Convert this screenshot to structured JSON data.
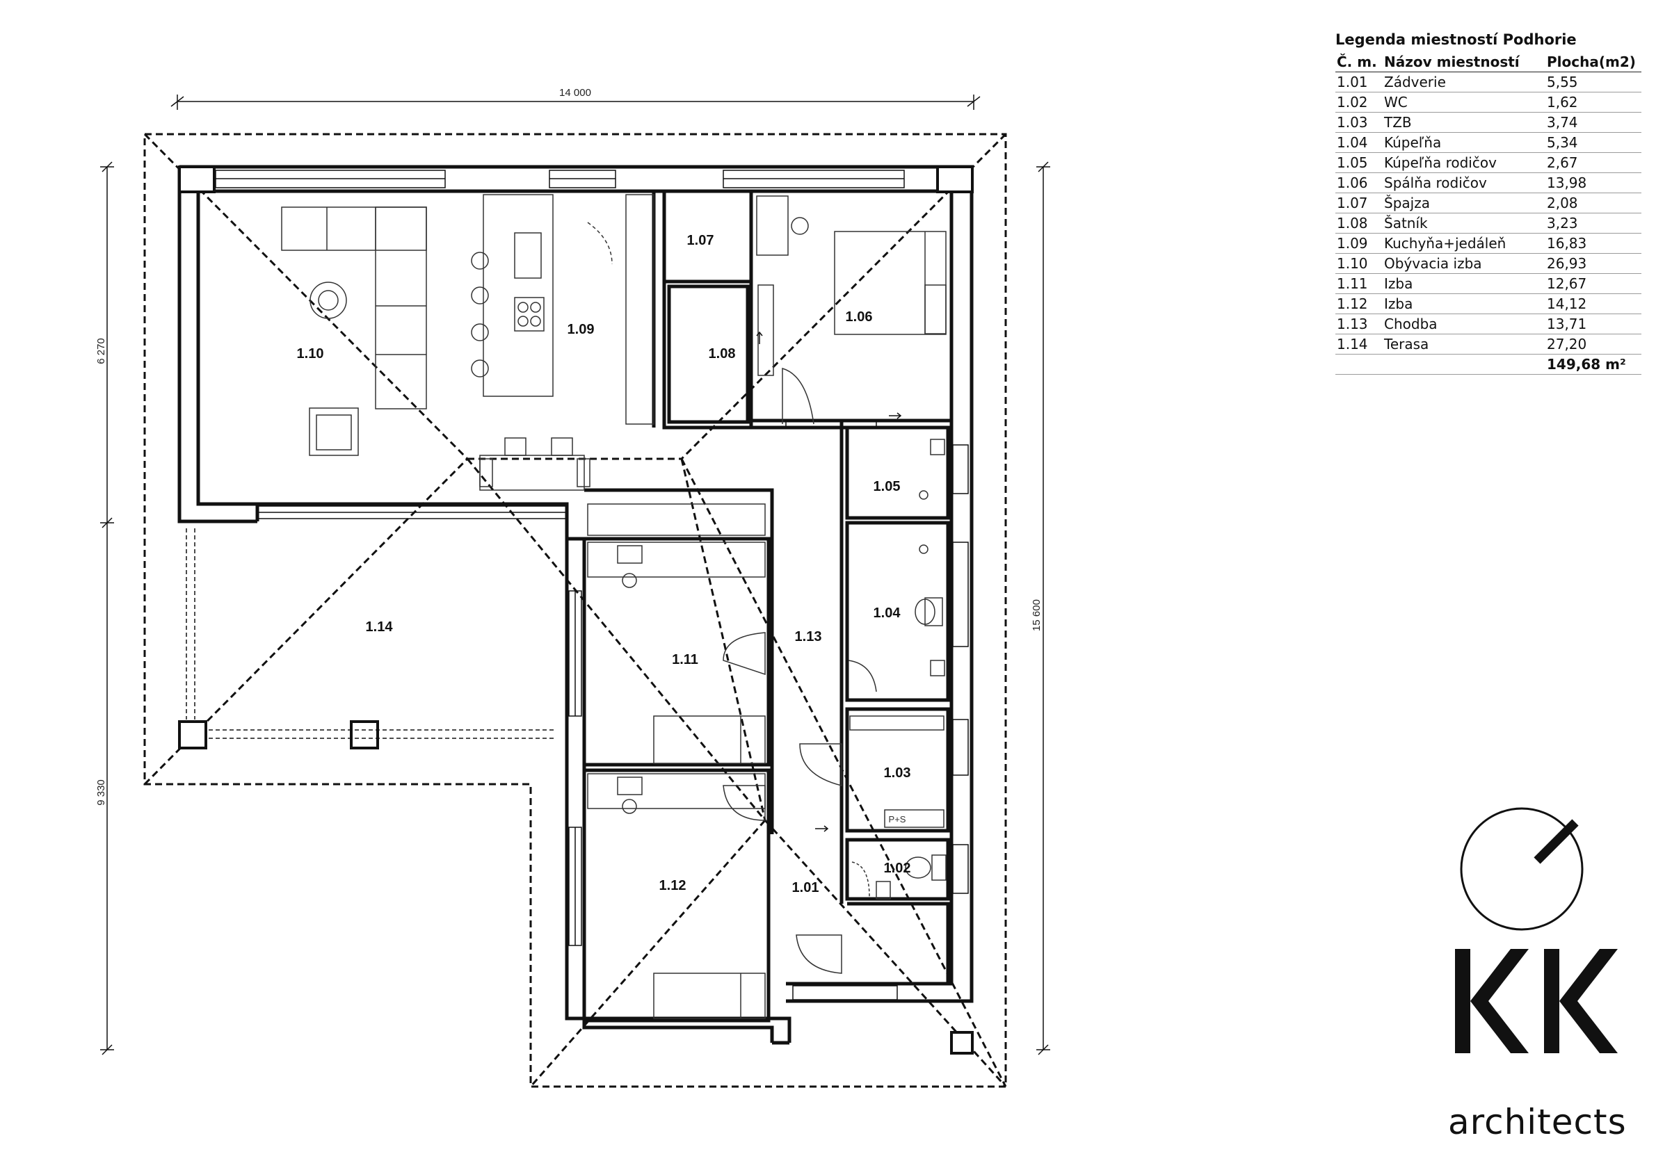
{
  "dimensions": {
    "top": "14 000",
    "left_upper": "6 270",
    "left_lower": "9 330",
    "right": "15 600"
  },
  "plan": {
    "furniture_labels": {
      "toilet_pair": "P+S"
    },
    "rooms": [
      {
        "id": "1.01"
      },
      {
        "id": "1.02"
      },
      {
        "id": "1.03"
      },
      {
        "id": "1.04"
      },
      {
        "id": "1.05"
      },
      {
        "id": "1.06"
      },
      {
        "id": "1.07"
      },
      {
        "id": "1.08"
      },
      {
        "id": "1.09"
      },
      {
        "id": "1.10"
      },
      {
        "id": "1.11"
      },
      {
        "id": "1.12"
      },
      {
        "id": "1.13"
      },
      {
        "id": "1.14"
      }
    ]
  },
  "legend": {
    "title": "Legenda miestností Podhorie",
    "headers": [
      "Č. m.",
      "Názov miestností",
      "Plocha(m2)"
    ],
    "rows": [
      [
        "1.01",
        "Zádverie",
        "5,55"
      ],
      [
        "1.02",
        "WC",
        "1,62"
      ],
      [
        "1.03",
        "TZB",
        "3,74"
      ],
      [
        "1.04",
        "Kúpeľňa",
        "5,34"
      ],
      [
        "1.05",
        "Kúpeľňa rodičov",
        "2,67"
      ],
      [
        "1.06",
        "Spálňa rodičov",
        "13,98"
      ],
      [
        "1.07",
        "Špajza",
        "2,08"
      ],
      [
        "1.08",
        "Šatník",
        "3,23"
      ],
      [
        "1.09",
        "Kuchyňa+jedáleň",
        "16,83"
      ],
      [
        "1.10",
        "Obývacia izba",
        "26,93"
      ],
      [
        "1.11",
        "Izba",
        "12,67"
      ],
      [
        "1.12",
        "Izba",
        "14,12"
      ],
      [
        "1.13",
        "Chodba",
        "13,71"
      ],
      [
        "1.14",
        "Terasa",
        "27,20"
      ]
    ],
    "total": "149,68 m²"
  },
  "logo": {
    "mark": "KK",
    "tagline": "architects"
  }
}
